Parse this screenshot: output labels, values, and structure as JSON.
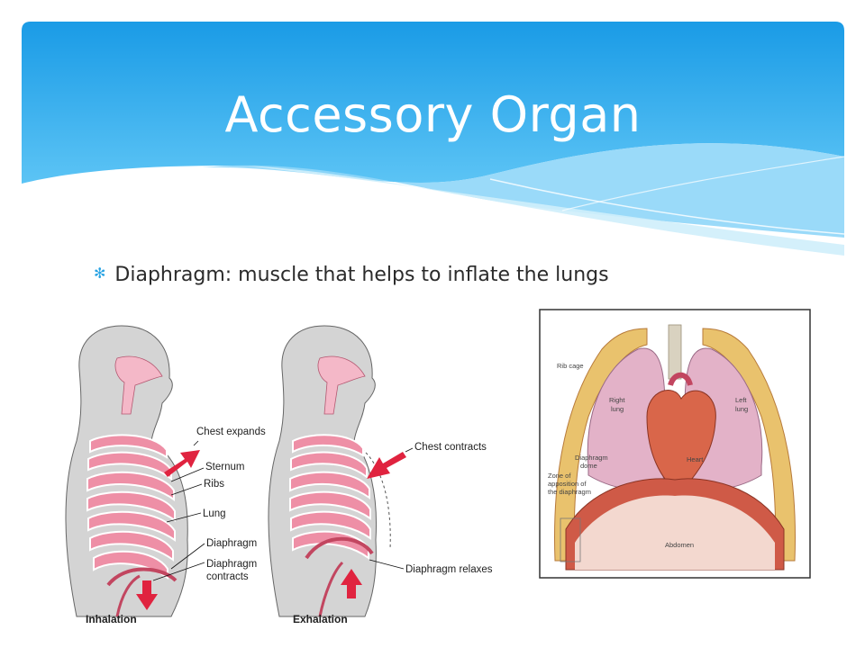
{
  "slide": {
    "title": "Accessory Organ",
    "bullet": "Diaphragm: muscle that helps to inflate the lungs",
    "bullet_icon": "asterisk-bullet-icon",
    "accent_color": "#29a3e3"
  },
  "left_figure": {
    "inhalation": {
      "caption": "Inhalation",
      "labels": [
        "Chest expands",
        "Sternum",
        "Ribs",
        "Lung",
        "Diaphragm",
        "Diaphragm",
        "contracts"
      ]
    },
    "exhalation": {
      "caption": "Exhalation",
      "labels": [
        "Chest contracts",
        "Diaphragm relaxes"
      ]
    }
  },
  "right_figure": {
    "labels": [
      "Rib cage",
      "Right",
      "lung",
      "Left",
      "lung",
      "Diaphragm",
      "dome",
      "Zone of",
      "apposition of",
      "the diaphragm",
      "Heart",
      "Abdomen"
    ]
  }
}
